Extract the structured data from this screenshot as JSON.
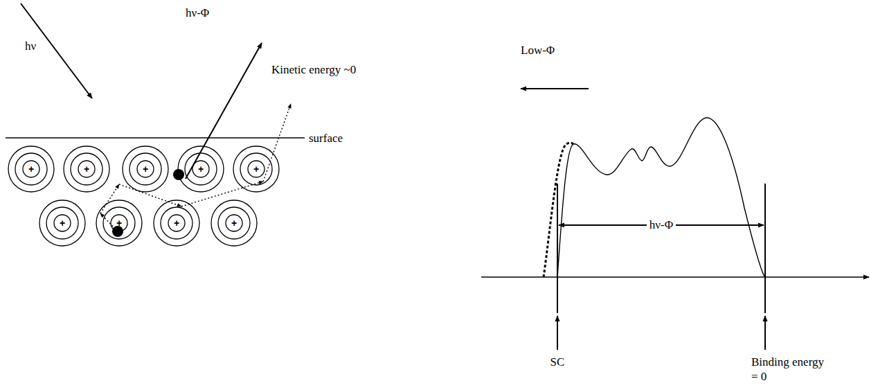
{
  "diagram": {
    "labels": [
      "hν",
      "hν-Φ",
      "Kinetic energy ~0",
      "surface",
      "+",
      "+",
      "+",
      "+",
      "+",
      "+",
      "+",
      "+",
      "+",
      "Low-Φ",
      "hν-Φ",
      "SC",
      "Binding energy = 0"
    ]
  }
}
